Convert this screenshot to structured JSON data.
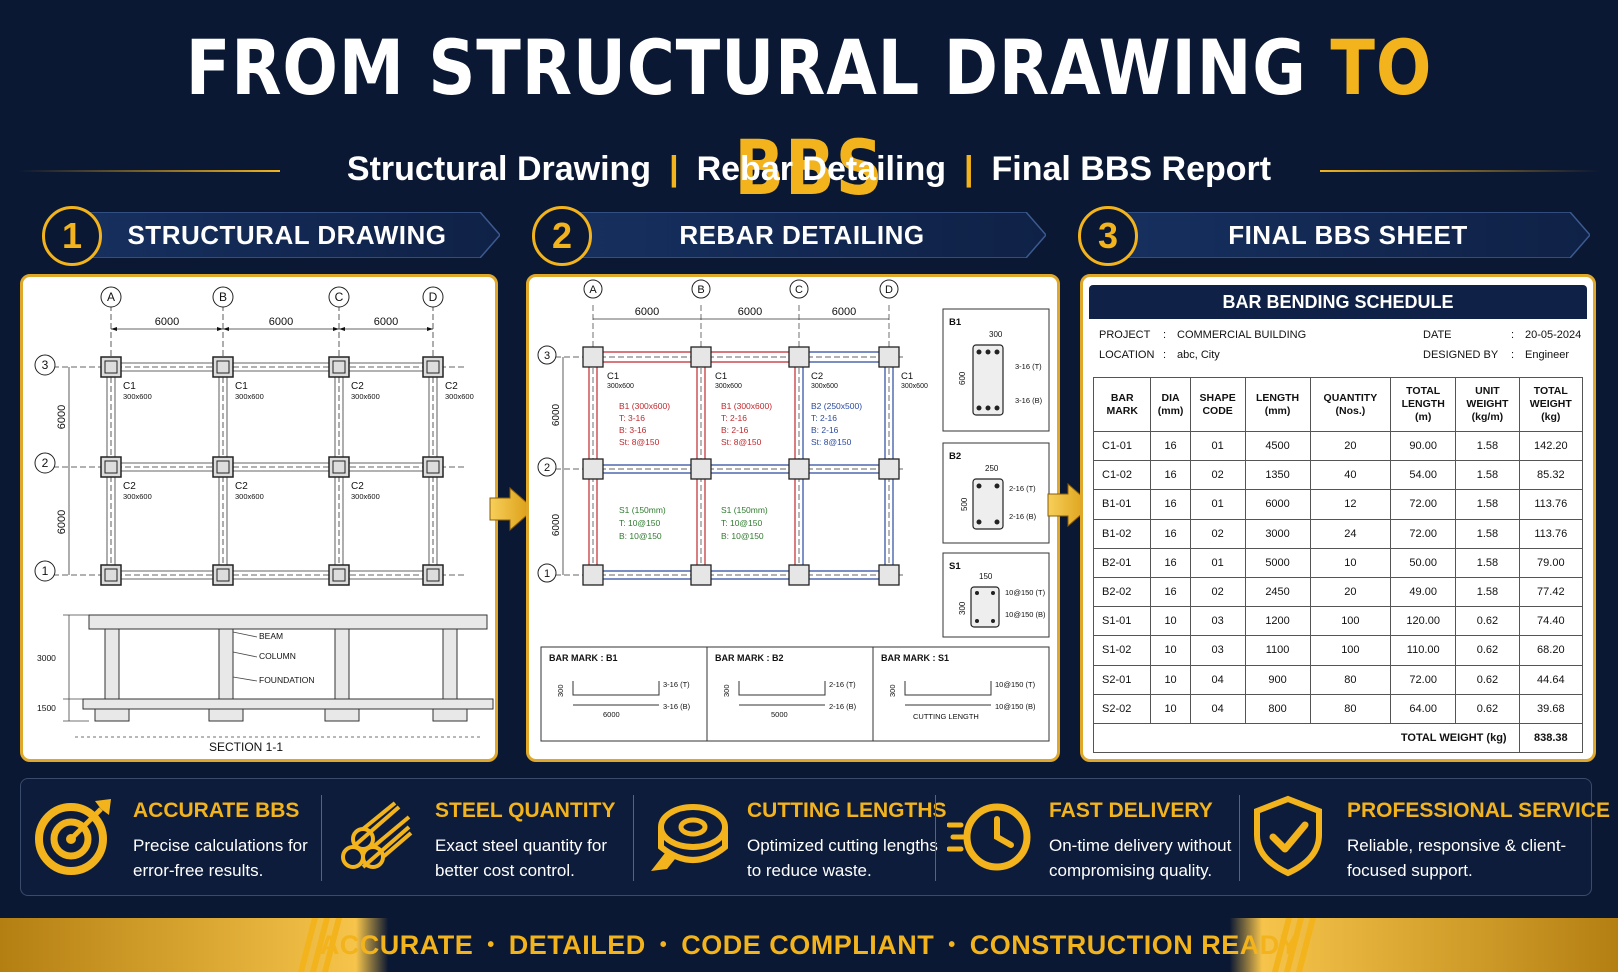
{
  "title": {
    "main": "FROM STRUCTURAL DRAWING",
    "accent": "TO BBS"
  },
  "subtitle": [
    "Structural Drawing",
    "Rebar Detailing",
    "Final BBS Report"
  ],
  "steps": [
    {
      "number": "1",
      "label": "STRUCTURAL DRAWING"
    },
    {
      "number": "2",
      "label": "REBAR DETAILING"
    },
    {
      "number": "3",
      "label": "FINAL BBS SHEET"
    }
  ],
  "drawing": {
    "grid_letters": [
      "A",
      "B",
      "C",
      "D"
    ],
    "grid_numbers": [
      "3",
      "2",
      "1"
    ],
    "spans": [
      "6000",
      "6000",
      "6000"
    ],
    "vertical_spans": [
      "6000",
      "6000"
    ],
    "col_marks_row3": [
      "C1",
      "C1",
      "C2",
      "C2"
    ],
    "col_marks_row2": [
      "C2",
      "C2",
      "C2"
    ],
    "col_size": "300x600",
    "section_labels": [
      "BEAM",
      "COLUMN",
      "FOUNDATION"
    ],
    "section_dims": [
      "3000",
      "1500"
    ],
    "section_title": "SECTION 1-1"
  },
  "detailing": {
    "grid_letters": [
      "A",
      "B",
      "C",
      "D"
    ],
    "grid_numbers": [
      "3",
      "2",
      "1"
    ],
    "spans": [
      "6000",
      "6000",
      "6000"
    ],
    "vertical_spans": [
      "6000",
      "6000"
    ],
    "col_marks": [
      "C1",
      "C1",
      "C2",
      "C1"
    ],
    "col_size": "300x600",
    "beams": [
      {
        "lines": [
          "B1 (300x600)",
          "T: 3-16",
          "B: 3-16",
          "St: 8@150"
        ],
        "color": "#c0282d"
      },
      {
        "lines": [
          "B1 (300x600)",
          "T: 2-16",
          "B: 2-16",
          "St: 8@150"
        ],
        "color": "#c0282d"
      },
      {
        "lines": [
          "B2 (250x500)",
          "T: 2-16",
          "B: 2-16",
          "St: 8@150"
        ],
        "color": "#2a4aa0"
      }
    ],
    "slabs": [
      {
        "lines": [
          "S1 (150mm)",
          "T: 10@150",
          "B: 10@150"
        ],
        "color": "#2f7a2f"
      },
      {
        "lines": [
          "S1 (150mm)",
          "T: 10@150",
          "B: 10@150"
        ],
        "color": "#2f7a2f"
      }
    ],
    "sections": [
      {
        "name": "B1",
        "width": "300",
        "height": "600",
        "top": "3-16 (T)",
        "bottom": "3-16 (B)"
      },
      {
        "name": "B2",
        "width": "250",
        "height": "500",
        "top": "2-16 (T)",
        "bottom": "2-16 (B)"
      },
      {
        "name": "S1",
        "width": "150",
        "height": "300",
        "top": "10@150 (T)",
        "bottom": "10@150 (B)"
      }
    ],
    "bar_marks": [
      {
        "title": "BAR MARK : B1",
        "leg": "300",
        "length": "6000",
        "top": "3-16 (T)",
        "bottom": "3-16 (B)"
      },
      {
        "title": "BAR MARK : B2",
        "leg": "300",
        "length": "5000",
        "top": "2-16 (T)",
        "bottom": "2-16 (B)"
      },
      {
        "title": "BAR MARK : S1",
        "leg": "300",
        "length": "CUTTING LENGTH",
        "top": "10@150 (T)",
        "bottom": "10@150 (B)"
      }
    ]
  },
  "bbs": {
    "heading": "BAR BENDING SCHEDULE",
    "project_label": "PROJECT",
    "project": "COMMERCIAL BUILDING",
    "location_label": "LOCATION",
    "location": "abc, City",
    "date_label": "DATE",
    "date": "20-05-2024",
    "designed_label": "DESIGNED BY",
    "designed": "Engineer",
    "columns": [
      [
        "BAR",
        "MARK"
      ],
      [
        "DIA",
        "(mm)"
      ],
      [
        "SHAPE",
        "CODE"
      ],
      [
        "LENGTH",
        "(mm)"
      ],
      [
        "QUANTITY",
        "(Nos.)"
      ],
      [
        "TOTAL",
        "LENGTH",
        "(m)"
      ],
      [
        "UNIT",
        "WEIGHT",
        "(kg/m)"
      ],
      [
        "TOTAL",
        "WEIGHT",
        "(kg)"
      ]
    ],
    "rows": [
      [
        "C1-01",
        "16",
        "01",
        "4500",
        "20",
        "90.00",
        "1.58",
        "142.20"
      ],
      [
        "C1-02",
        "16",
        "02",
        "1350",
        "40",
        "54.00",
        "1.58",
        "85.32"
      ],
      [
        "B1-01",
        "16",
        "01",
        "6000",
        "12",
        "72.00",
        "1.58",
        "113.76"
      ],
      [
        "B1-02",
        "16",
        "02",
        "3000",
        "24",
        "72.00",
        "1.58",
        "113.76"
      ],
      [
        "B2-01",
        "16",
        "01",
        "5000",
        "10",
        "50.00",
        "1.58",
        "79.00"
      ],
      [
        "B2-02",
        "16",
        "02",
        "2450",
        "20",
        "49.00",
        "1.58",
        "77.42"
      ],
      [
        "S1-01",
        "10",
        "03",
        "1200",
        "100",
        "120.00",
        "0.62",
        "74.40"
      ],
      [
        "S1-02",
        "10",
        "03",
        "1100",
        "100",
        "110.00",
        "0.62",
        "68.20"
      ],
      [
        "S2-01",
        "10",
        "04",
        "900",
        "80",
        "72.00",
        "0.62",
        "44.64"
      ],
      [
        "S2-02",
        "10",
        "04",
        "800",
        "80",
        "64.00",
        "0.62",
        "39.68"
      ]
    ],
    "total_label": "TOTAL WEIGHT (kg)",
    "total": "838.38"
  },
  "features": [
    {
      "title": "ACCURATE BBS",
      "desc": "Precise calculations for error-free results.",
      "icon": "target-icon"
    },
    {
      "title": "STEEL QUANTITY",
      "desc": "Exact steel quantity for better cost control.",
      "icon": "steel-bars-icon"
    },
    {
      "title": "CUTTING LENGTHS",
      "desc": "Optimized cutting lengths to reduce waste.",
      "icon": "tape-measure-icon"
    },
    {
      "title": "FAST DELIVERY",
      "desc": "On-time delivery without compromising quality.",
      "icon": "clock-icon"
    },
    {
      "title": "PROFESSIONAL SERVICE",
      "desc": "Reliable, responsive & client-focused support.",
      "icon": "shield-check-icon"
    }
  ],
  "tagline": [
    "ACCURATE",
    "DETAILED",
    "CODE COMPLIANT",
    "CONSTRUCTION READY"
  ],
  "colors": {
    "gold": "#f2b31c",
    "navy": "#0b1833",
    "beam_red": "#c0282d",
    "beam_blue": "#2a4aa0",
    "slab_green": "#2f7a2f"
  }
}
